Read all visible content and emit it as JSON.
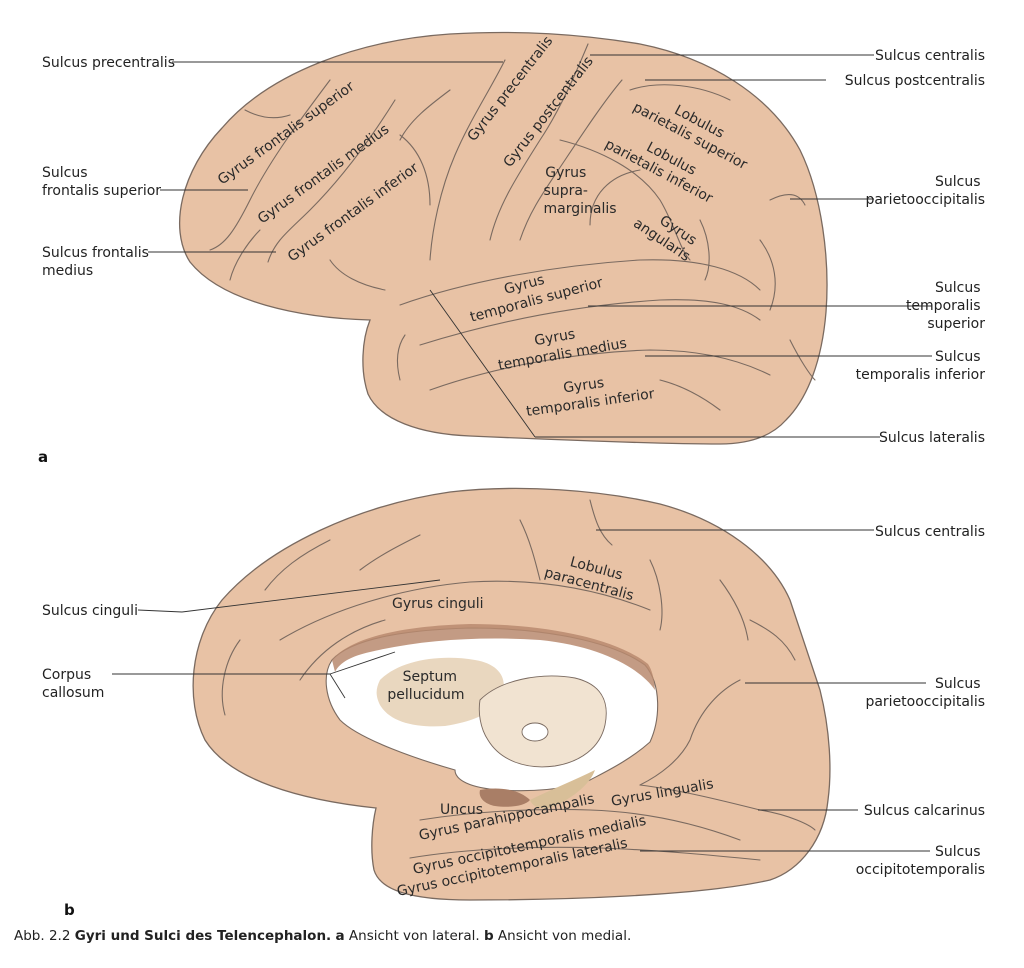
{
  "panel_a": {
    "label": "a",
    "left_labels": {
      "sulcus_precentralis": "Sulcus precentralis",
      "sulcus_frontalis_superior": [
        "Sulcus",
        "frontalis superior"
      ],
      "sulcus_frontalis_medius": [
        "Sulcus frontalis",
        "medius"
      ]
    },
    "right_labels": {
      "sulcus_centralis": "Sulcus centralis",
      "sulcus_postcentralis": "Sulcus postcentralis",
      "sulcus_parietooccipitalis": [
        "Sulcus",
        "parietooccipitalis"
      ],
      "sulcus_temporalis_superior": [
        "Sulcus",
        "temporalis",
        "superior"
      ],
      "sulcus_temporalis_inferior": [
        "Sulcus",
        "temporalis inferior"
      ],
      "sulcus_lateralis": "Sulcus lateralis"
    },
    "gyri": {
      "frontalis_superior": "Gyrus frontalis superior",
      "frontalis_medius": "Gyrus frontalis medius",
      "frontalis_inferior": "Gyrus frontalis inferior",
      "precentralis": "Gyrus precentralis",
      "postcentralis": "Gyrus postcentralis",
      "lobulus_parietalis_superior": [
        "Lobulus",
        "parietalis superior"
      ],
      "lobulus_parietalis_inferior": [
        "Lobulus",
        "parietalis inferior"
      ],
      "supramarginalis": [
        "Gyrus",
        "supra-",
        "marginalis"
      ],
      "angularis": [
        "Gyrus",
        "angularis"
      ],
      "temporalis_superior": [
        "Gyrus",
        "temporalis superior"
      ],
      "temporalis_medius": [
        "Gyrus",
        "temporalis medius"
      ],
      "temporalis_inferior": [
        "Gyrus",
        "temporalis inferior"
      ]
    }
  },
  "panel_b": {
    "label": "b",
    "left_labels": {
      "sulcus_cinguli": "Sulcus cinguli",
      "corpus_callosum": [
        "Corpus",
        "callosum"
      ]
    },
    "right_labels": {
      "sulcus_centralis": "Sulcus centralis",
      "sulcus_parietooccipitalis": [
        "Sulcus",
        "parietooccipitalis"
      ],
      "sulcus_calcarinus": "Sulcus calcarinus",
      "sulcus_occipitotemporalis": [
        "Sulcus",
        "occipitotemporalis"
      ]
    },
    "structures": {
      "lobulus_paracentralis": [
        "Lobulus",
        "paracentralis"
      ],
      "gyrus_cinguli": "Gyrus cinguli",
      "septum_pellucidum": [
        "Septum",
        "pellucidum"
      ],
      "uncus": "Uncus",
      "gyrus_lingualis": "Gyrus lingualis",
      "gyrus_parahippocampalis": "Gyrus parahippocampalis",
      "gyrus_occipitotemporalis_medialis": "Gyrus occipitotemporalis medialis",
      "gyrus_occipitotemporalis_lateralis": "Gyrus occipitotemporalis lateralis"
    }
  },
  "caption": {
    "prefix": "Abb. 2.2",
    "title": "Gyri und Sulci des Telencephalon.",
    "a_letter": "a",
    "a_text": "Ansicht von lateral.",
    "b_letter": "b",
    "b_text": "Ansicht von medial."
  },
  "colors": {
    "brain_fill": "#e8c2a5",
    "sulcus_line": "#7a6a60",
    "ventricle_white": "#ffffff",
    "corpus_callosum_brown": "#b98a6e",
    "septum_tan": "#e9d7bf"
  }
}
